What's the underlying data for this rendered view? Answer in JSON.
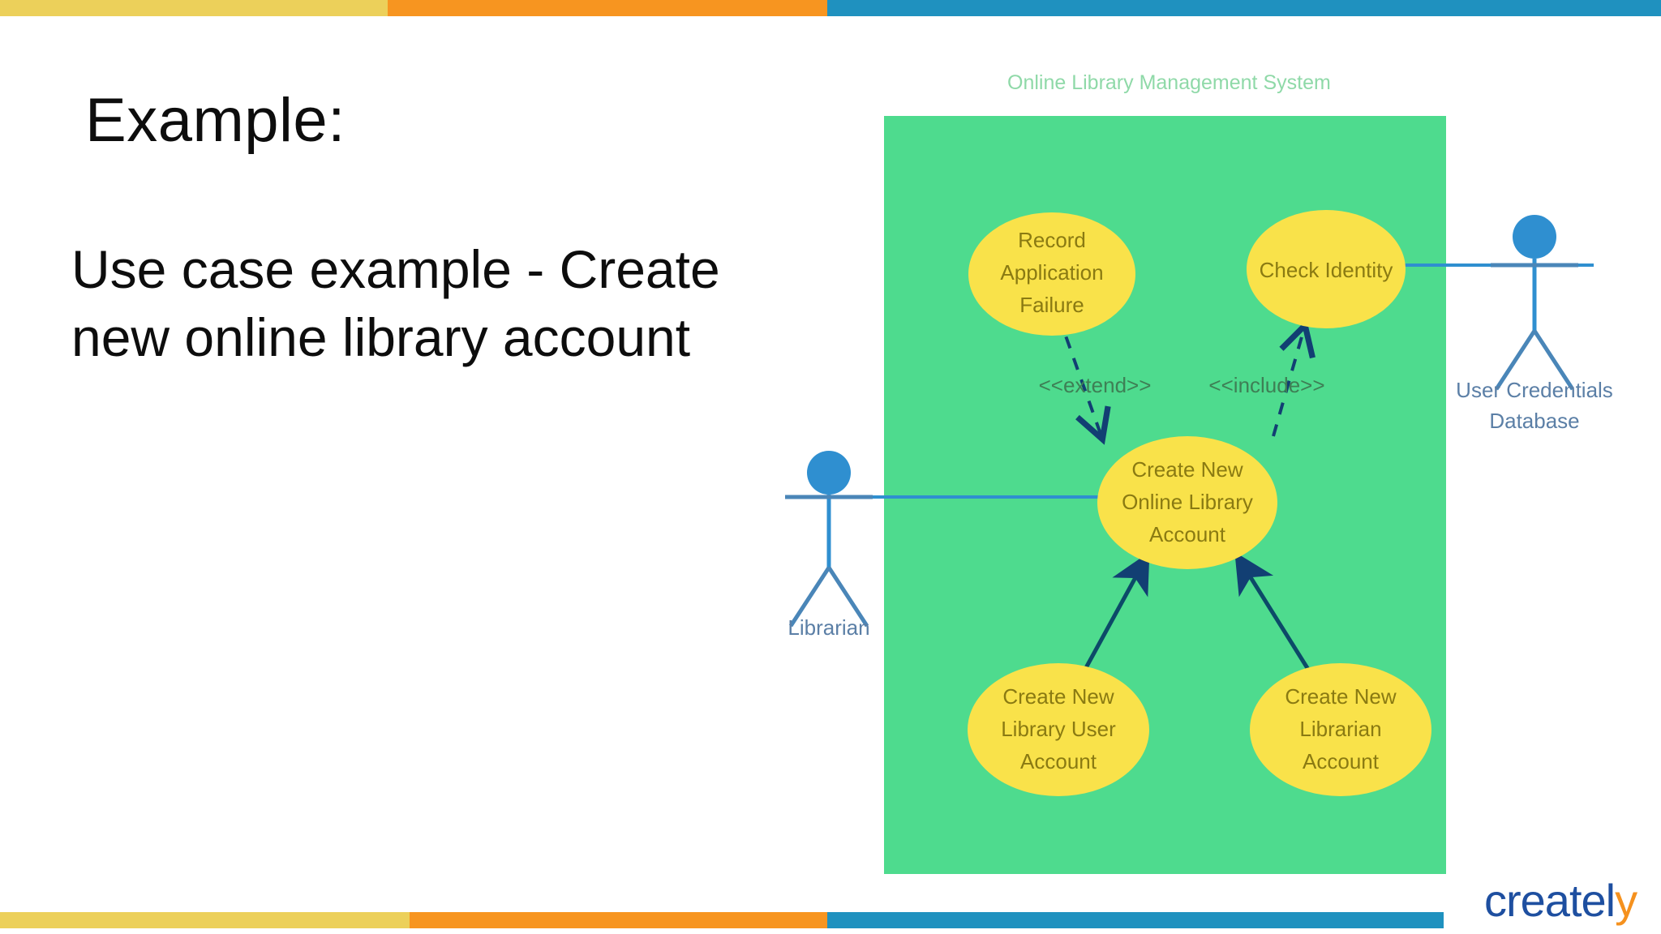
{
  "slide": {
    "heading": "Example:",
    "body": "Use case example - Create new online library account"
  },
  "decor": {
    "top_bar_segments": [
      "#ecd05a",
      "#f79520",
      "#1f91bf"
    ],
    "bottom_bar_segments": [
      "#ecd05a",
      "#f79520",
      "#1f91bf"
    ]
  },
  "logo": {
    "main": "createl",
    "tail": "y",
    "main_color": "#1e4fa0",
    "tail_color": "#f5911e"
  },
  "diagram": {
    "system_title": "Online Library Management System",
    "system_fill": "#4edb8e",
    "use_case_fill": "#f9e24a",
    "use_case_text_color": "#8a7a12",
    "actor_color": "#2f8fd0",
    "relation_color": "#123f73",
    "use_cases": [
      {
        "id": "record-application-failure",
        "lines": [
          "Record",
          "Application",
          "Failure"
        ]
      },
      {
        "id": "check-identity",
        "lines": [
          "Check Identity"
        ]
      },
      {
        "id": "create-new-online-library-account",
        "lines": [
          "Create New",
          "Online Library",
          "Account"
        ]
      },
      {
        "id": "create-new-library-user-account",
        "lines": [
          "Create New",
          "Library User",
          "Account"
        ]
      },
      {
        "id": "create-new-librarian-account",
        "lines": [
          "Create New",
          "Librarian",
          "Account"
        ]
      }
    ],
    "stereotypes": [
      {
        "id": "extend",
        "label": "<<extend>>"
      },
      {
        "id": "include",
        "label": "<<include>>"
      }
    ],
    "actors": [
      {
        "id": "librarian",
        "lines": [
          "Librarian"
        ]
      },
      {
        "id": "user-credentials-database",
        "lines": [
          "User Credentials",
          "Database"
        ]
      }
    ]
  }
}
